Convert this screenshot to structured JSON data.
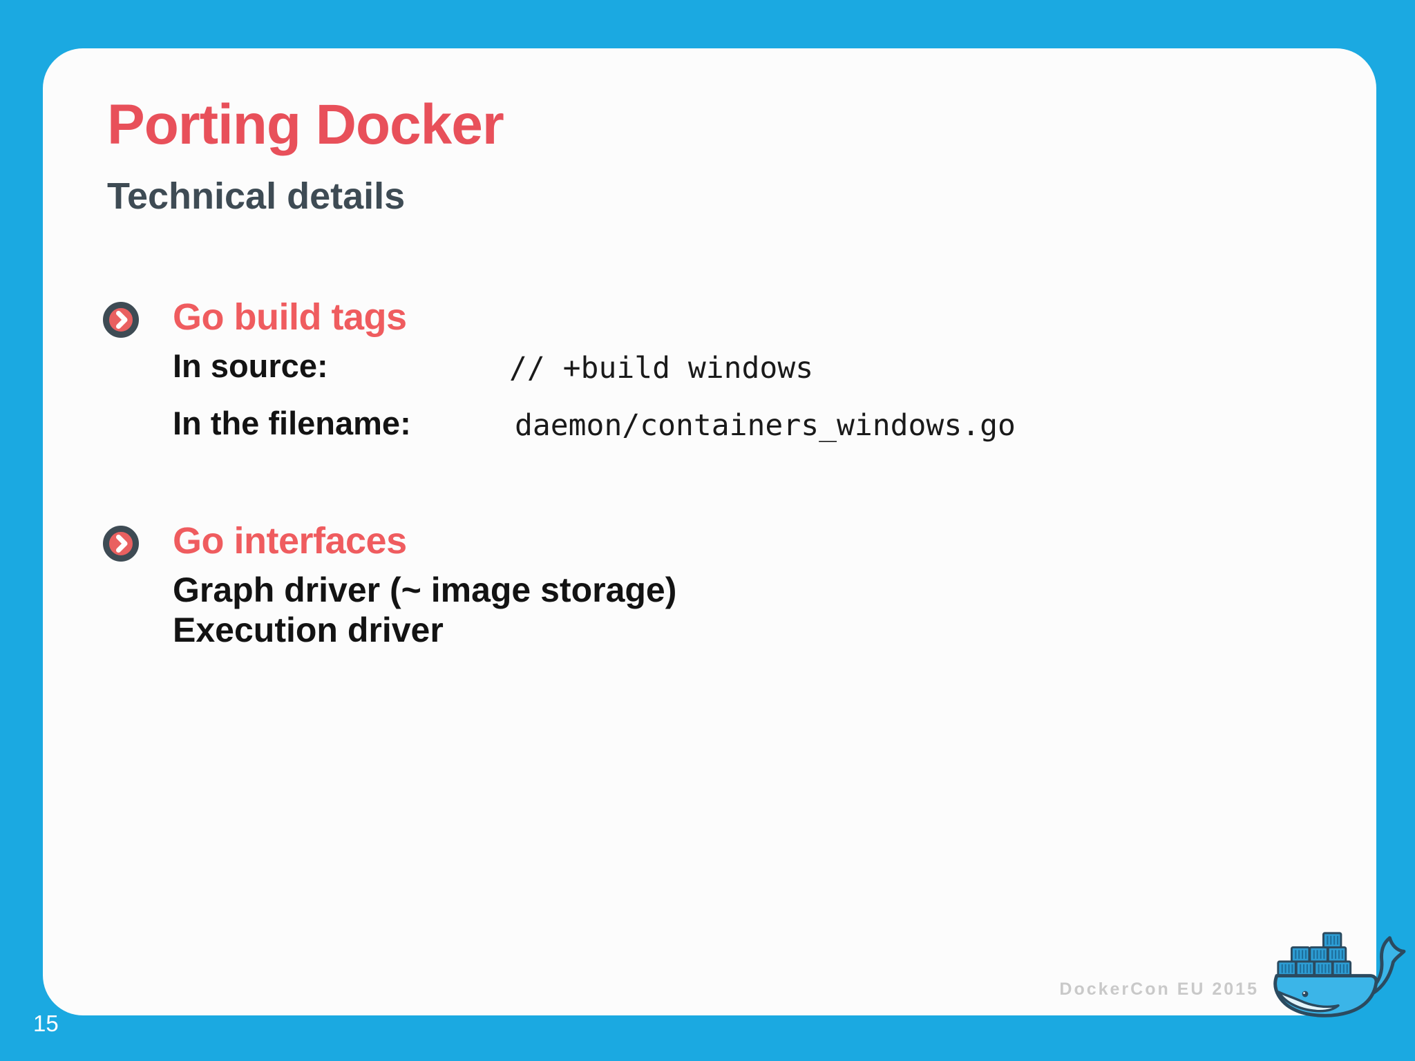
{
  "slide": {
    "title": "Porting Docker",
    "subtitle": "Technical details",
    "sections": [
      {
        "heading": "Go build tags",
        "items": [
          {
            "label": "In source:",
            "code": "// +build windows"
          },
          {
            "label": "In the filename:",
            "code": "daemon/containers_windows.go"
          }
        ]
      },
      {
        "heading": "Go interfaces",
        "items": [
          {
            "label": "Graph driver (~ image storage)",
            "code": ""
          },
          {
            "label": "Execution driver",
            "code": ""
          }
        ]
      }
    ],
    "footer": "DockerCon EU 2015",
    "page_number": "15"
  },
  "icons": {
    "bullet": "chevron-right-circle-icon",
    "logo": "docker-whale-logo"
  },
  "colors": {
    "background_blue": "#1BA9E1",
    "card_white": "#FCFCFC",
    "title_red": "#E8505A",
    "heading_red": "#EF5C5F",
    "bullet_ring_slate": "#3E4B54",
    "bullet_fill_red": "#E96060",
    "subtitle_slate": "#3E4B54",
    "body_black": "#131313",
    "footer_gray": "#C9C9C9",
    "whale_body_blue": "#3BB5E8",
    "whale_outline_navy": "#2B4A5F",
    "container_blue": "#2D9DD4"
  }
}
